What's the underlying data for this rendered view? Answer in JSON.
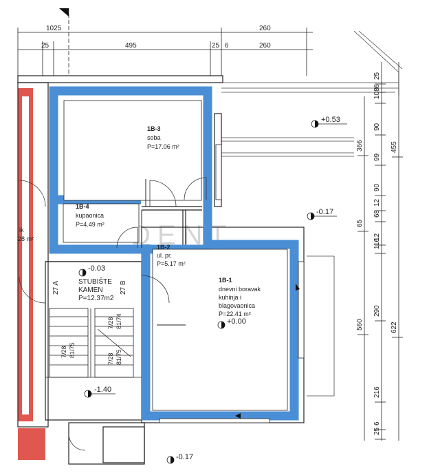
{
  "rooms": {
    "r1b3": {
      "code": "1B-3",
      "name": "soba",
      "area": "P=17.06 m²"
    },
    "r1b4": {
      "code": "1B-4",
      "name": "kupaonica",
      "area": "P=4.49 m²"
    },
    "r1b2": {
      "code": "1B-2",
      "name": "ul. pr.",
      "area": "P=5.17 m²"
    },
    "r1b1": {
      "code": "1B-1",
      "name1": "dnevni boravak",
      "name2": "kuhinja i",
      "name3": "blagovaonica",
      "area": "P=22.41 m²"
    },
    "stair": {
      "name1": "STUBIŠTE",
      "name2": "KAMEN",
      "area": "P=12.37m2"
    },
    "left": {
      "frag1": "ik",
      "frag2": "28 m²"
    }
  },
  "levels": {
    "l1": "+0.53",
    "l2": "-0.17",
    "l3": "-0.03",
    "l4": "+0.00",
    "l5": "-1.40",
    "l6": "-0.17"
  },
  "stair_labels": {
    "a": "27 A",
    "b": "27 B",
    "s1": "7/28",
    "s2": "81/75",
    "s3": "7/28",
    "s4": "81/74",
    "s5": "7/28",
    "s6": "81/75"
  },
  "dims_top": {
    "d1025": "1025",
    "d260a": "260",
    "d25": "25",
    "d495": "495",
    "d25b": "25",
    "d6": "6",
    "d260b": "260"
  },
  "dims_right": {
    "c1": [
      "25",
      "6",
      "108",
      "90",
      "99",
      "90",
      "12",
      "68",
      "12",
      "116",
      "290",
      "216",
      "6",
      "25"
    ],
    "c2": [
      "366",
      "65",
      "560"
    ],
    "c3": [
      "455",
      "622"
    ]
  },
  "watermark": "DENT",
  "colors": {
    "blue": "#4a8fd6",
    "red": "#e0574f",
    "line": "#222222"
  }
}
